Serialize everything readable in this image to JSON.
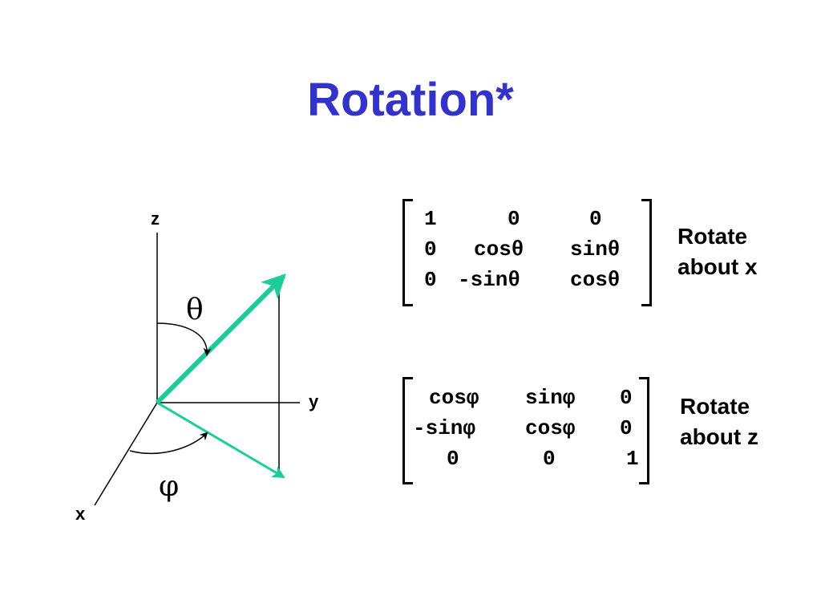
{
  "slide": {
    "title": "Rotation*"
  },
  "diagram": {
    "axes": {
      "z": "z",
      "y": "y",
      "x": "x"
    },
    "angles": {
      "theta": "θ",
      "phi": "φ"
    },
    "colors": {
      "vector": "#1fcc99",
      "axis": "#000000",
      "title": "#3333cc"
    }
  },
  "matrices": {
    "rotate_x": {
      "rows": [
        [
          "1",
          "0",
          "0"
        ],
        [
          "0",
          "cosθ",
          "sinθ"
        ],
        [
          "0",
          "-sinθ",
          "cosθ"
        ]
      ],
      "caption_line1": "Rotate",
      "caption_line2": "about x"
    },
    "rotate_z": {
      "rows": [
        [
          "cosφ",
          "sinφ",
          "0"
        ],
        [
          "-sinφ",
          "cosφ",
          "0"
        ],
        [
          "0",
          "0",
          "1"
        ]
      ],
      "caption_line1": "Rotate",
      "caption_line2": "about z"
    }
  }
}
